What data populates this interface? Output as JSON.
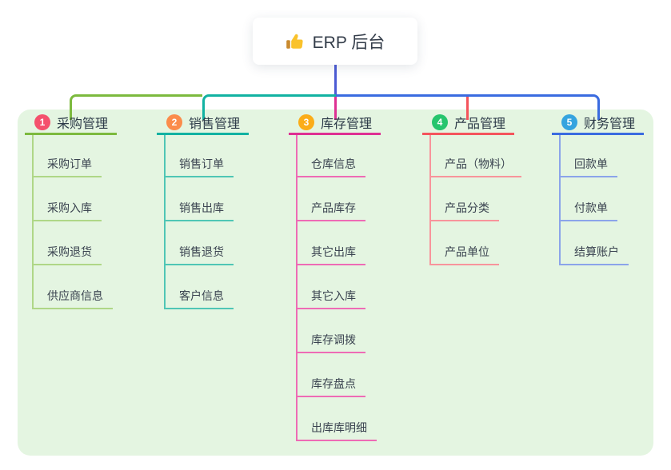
{
  "root": {
    "title": "ERP 后台",
    "icon": "thumbs-up-icon",
    "line_color": "#4C5BD4"
  },
  "canvas": {
    "panel_bg": "#E4F5E1"
  },
  "branches": [
    {
      "badge": "1",
      "badge_color": "#F4516C",
      "label": "采购管理",
      "line_color": "#7CBA3E",
      "child_line_color": "#AFD787",
      "children": [
        "采购订单",
        "采购入库",
        "采购退货",
        "供应商信息"
      ]
    },
    {
      "badge": "2",
      "badge_color": "#FB8C4B",
      "label": "销售管理",
      "line_color": "#12B2A2",
      "child_line_color": "#4FC6B5",
      "children": [
        "销售订单",
        "销售出库",
        "销售退货",
        "客户信息"
      ]
    },
    {
      "badge": "3",
      "badge_color": "#FBAD18",
      "label": "库存管理",
      "line_color": "#DE3093",
      "child_line_color": "#EE6BB5",
      "children": [
        "仓库信息",
        "产品库存",
        "其它出库",
        "其它入库",
        "库存调拨",
        "库存盘点",
        "出库库明细"
      ]
    },
    {
      "badge": "4",
      "badge_color": "#26C56D",
      "label": "产品管理",
      "line_color": "#F4545C",
      "child_line_color": "#F8949B",
      "children": [
        "产品（物料）",
        "产品分类",
        "产品单位"
      ]
    },
    {
      "badge": "5",
      "badge_color": "#35A4DF",
      "label": "财务管理",
      "line_color": "#3A6BE0",
      "child_line_color": "#8BA4EA",
      "children": [
        "回款单",
        "付款单",
        "结算账户"
      ]
    }
  ]
}
